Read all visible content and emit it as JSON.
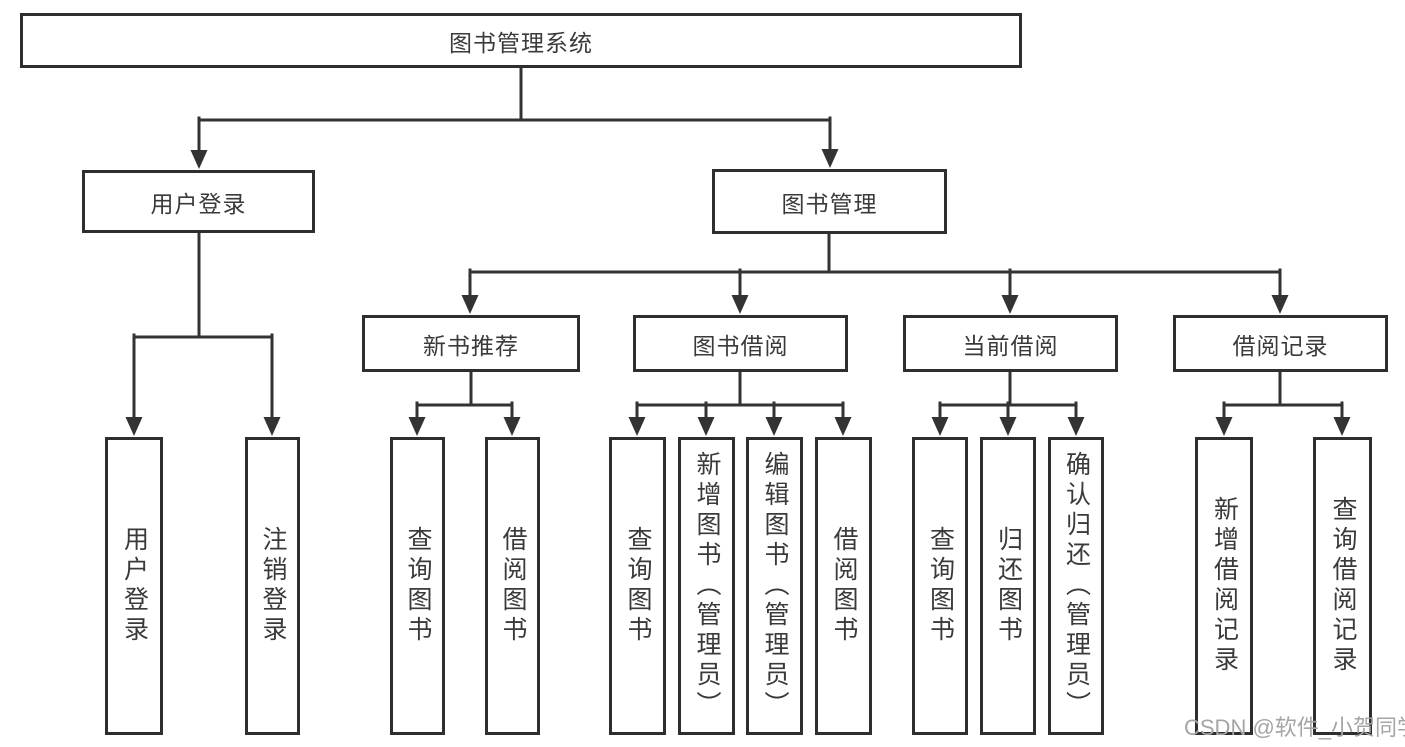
{
  "diagram": {
    "type": "tree",
    "title": "图书管理系统",
    "tree": {
      "label": "图书管理系统",
      "children": [
        {
          "label": "用户登录",
          "children": [
            {
              "label": "用户登录"
            },
            {
              "label": "注销登录"
            }
          ]
        },
        {
          "label": "图书管理",
          "children": [
            {
              "label": "新书推荐",
              "children": [
                {
                  "label": "查询图书"
                },
                {
                  "label": "借阅图书"
                }
              ]
            },
            {
              "label": "图书借阅",
              "children": [
                {
                  "label": "查询图书"
                },
                {
                  "label": "新增图书（管理员）"
                },
                {
                  "label": "编辑图书（管理员）"
                },
                {
                  "label": "借阅图书"
                }
              ]
            },
            {
              "label": "当前借阅",
              "children": [
                {
                  "label": "查询图书"
                },
                {
                  "label": "归还图书"
                },
                {
                  "label": "确认归还（管理员）"
                }
              ]
            },
            {
              "label": "借阅记录",
              "children": [
                {
                  "label": "新增借阅记录"
                },
                {
                  "label": "查询借阅记录"
                }
              ]
            }
          ]
        }
      ]
    }
  },
  "watermark": {
    "text": "CSDN @软件_小贺同学"
  },
  "colors": {
    "line": "#333333",
    "box_border": "#2e2e2e",
    "text": "#3a3a3a",
    "watermark": "#a5a5a5",
    "background": "#ffffff"
  }
}
